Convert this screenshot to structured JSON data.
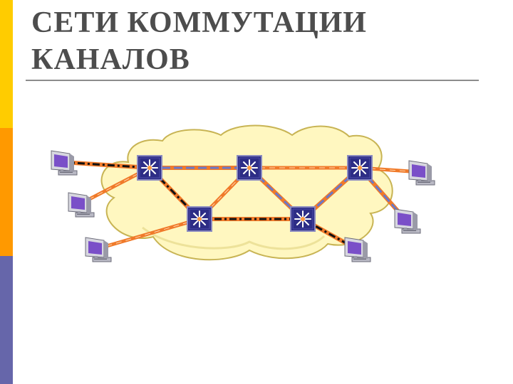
{
  "slide": {
    "title_line1": "СЕТИ КОММУТАЦИИ",
    "title_line2": "КАНАЛОВ"
  },
  "colors": {
    "accent_top": "#ffcc00",
    "accent_mid": "#ff9900",
    "accent_bottom": "#6666aa",
    "title_text": "#4d4d4d",
    "cloud_fill": "#fff7c0",
    "cloud_stroke": "#c8b454",
    "switch_fill": "#2d2d86",
    "link_orange": "#f07a2a",
    "link_blue": "#6a78c8",
    "link_black": "#111111"
  },
  "diagram": {
    "nodes": [
      {
        "id": "sw1",
        "kind": "switch",
        "icon": "network-switch-icon"
      },
      {
        "id": "sw2",
        "kind": "switch",
        "icon": "network-switch-icon"
      },
      {
        "id": "sw3",
        "kind": "switch",
        "icon": "network-switch-icon"
      },
      {
        "id": "sw4",
        "kind": "switch",
        "icon": "network-switch-icon"
      },
      {
        "id": "sw5",
        "kind": "switch",
        "icon": "network-switch-icon"
      },
      {
        "id": "pc1",
        "kind": "computer",
        "icon": "computer-icon"
      },
      {
        "id": "pc2",
        "kind": "computer",
        "icon": "computer-icon"
      },
      {
        "id": "pc3",
        "kind": "computer",
        "icon": "computer-icon"
      },
      {
        "id": "pc4",
        "kind": "computer",
        "icon": "computer-icon"
      },
      {
        "id": "pc5",
        "kind": "computer",
        "icon": "computer-icon"
      },
      {
        "id": "pc6",
        "kind": "computer",
        "icon": "computer-icon"
      }
    ],
    "links": [
      {
        "from": "pc1",
        "to": "sw1",
        "style": "black"
      },
      {
        "from": "pc2",
        "to": "sw1",
        "style": "orange"
      },
      {
        "from": "pc3",
        "to": "sw4",
        "style": "orange"
      },
      {
        "from": "sw1",
        "to": "sw2",
        "style": "blue"
      },
      {
        "from": "sw2",
        "to": "sw3",
        "style": "orange"
      },
      {
        "from": "sw1",
        "to": "sw4",
        "style": "black"
      },
      {
        "from": "sw2",
        "to": "sw4",
        "style": "orange"
      },
      {
        "from": "sw2",
        "to": "sw5",
        "style": "blue"
      },
      {
        "from": "sw4",
        "to": "sw5",
        "style": "black"
      },
      {
        "from": "sw3",
        "to": "sw5",
        "style": "blue"
      },
      {
        "from": "sw3",
        "to": "pc4",
        "style": "orange"
      },
      {
        "from": "sw3",
        "to": "pc5",
        "style": "blue"
      },
      {
        "from": "sw5",
        "to": "pc6",
        "style": "black"
      }
    ]
  }
}
